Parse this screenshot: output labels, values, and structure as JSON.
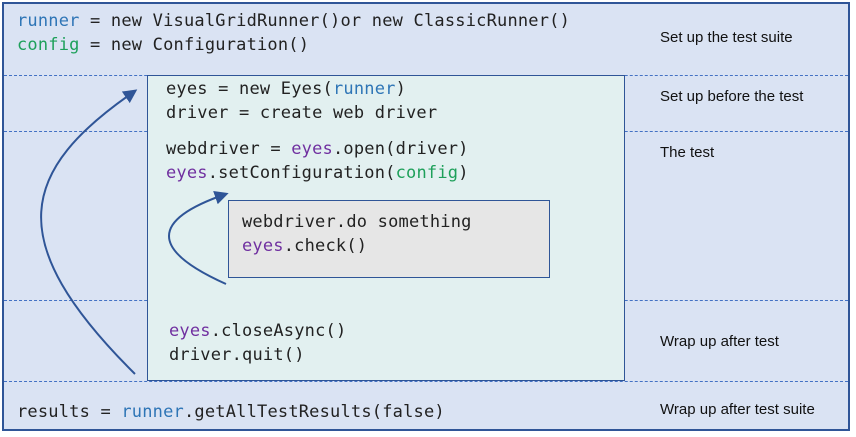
{
  "sections": {
    "suite_setup": {
      "label": "Set up the test suite",
      "line1": {
        "a": "runner",
        "b": " = new VisualGridRunner()or new ClassicRunner()"
      },
      "line2": {
        "a": "config",
        "b": " = new Configuration()"
      }
    },
    "test_setup": {
      "label": "Set up before the test",
      "line1": {
        "a": "eyes = new Eyes(",
        "b": "runner",
        "c": ")"
      },
      "line2": "driver = create web driver"
    },
    "the_test": {
      "label": "The test",
      "line1": {
        "a": "webdriver = ",
        "b": "eyes",
        "c": ".open(driver)"
      },
      "line2": {
        "a": "eyes",
        "b": ".setConfiguration(",
        "c": "config",
        "d": ")"
      },
      "loop_line1": "webdriver.do something",
      "loop_line2": {
        "a": "eyes",
        "b": ".check()"
      }
    },
    "test_wrapup": {
      "label": "Wrap up after test",
      "line1": {
        "a": "eyes",
        "b": ".closeAsync()"
      },
      "line2": "driver.quit()"
    },
    "suite_wrapup": {
      "label": "Wrap up after test suite",
      "line1": {
        "a": "results = ",
        "b": "runner",
        "c": ".getAllTestResults(false)"
      }
    }
  },
  "colors": {
    "variable_runner_config": "#2e75b6",
    "variable_config": "#1ea05a",
    "variable_eyes": "#7030a0",
    "frame_background": "#dae3f3",
    "inner_background": "#e2f0f0",
    "loop_background": "#e6e6e6",
    "border": "#2f5597"
  }
}
